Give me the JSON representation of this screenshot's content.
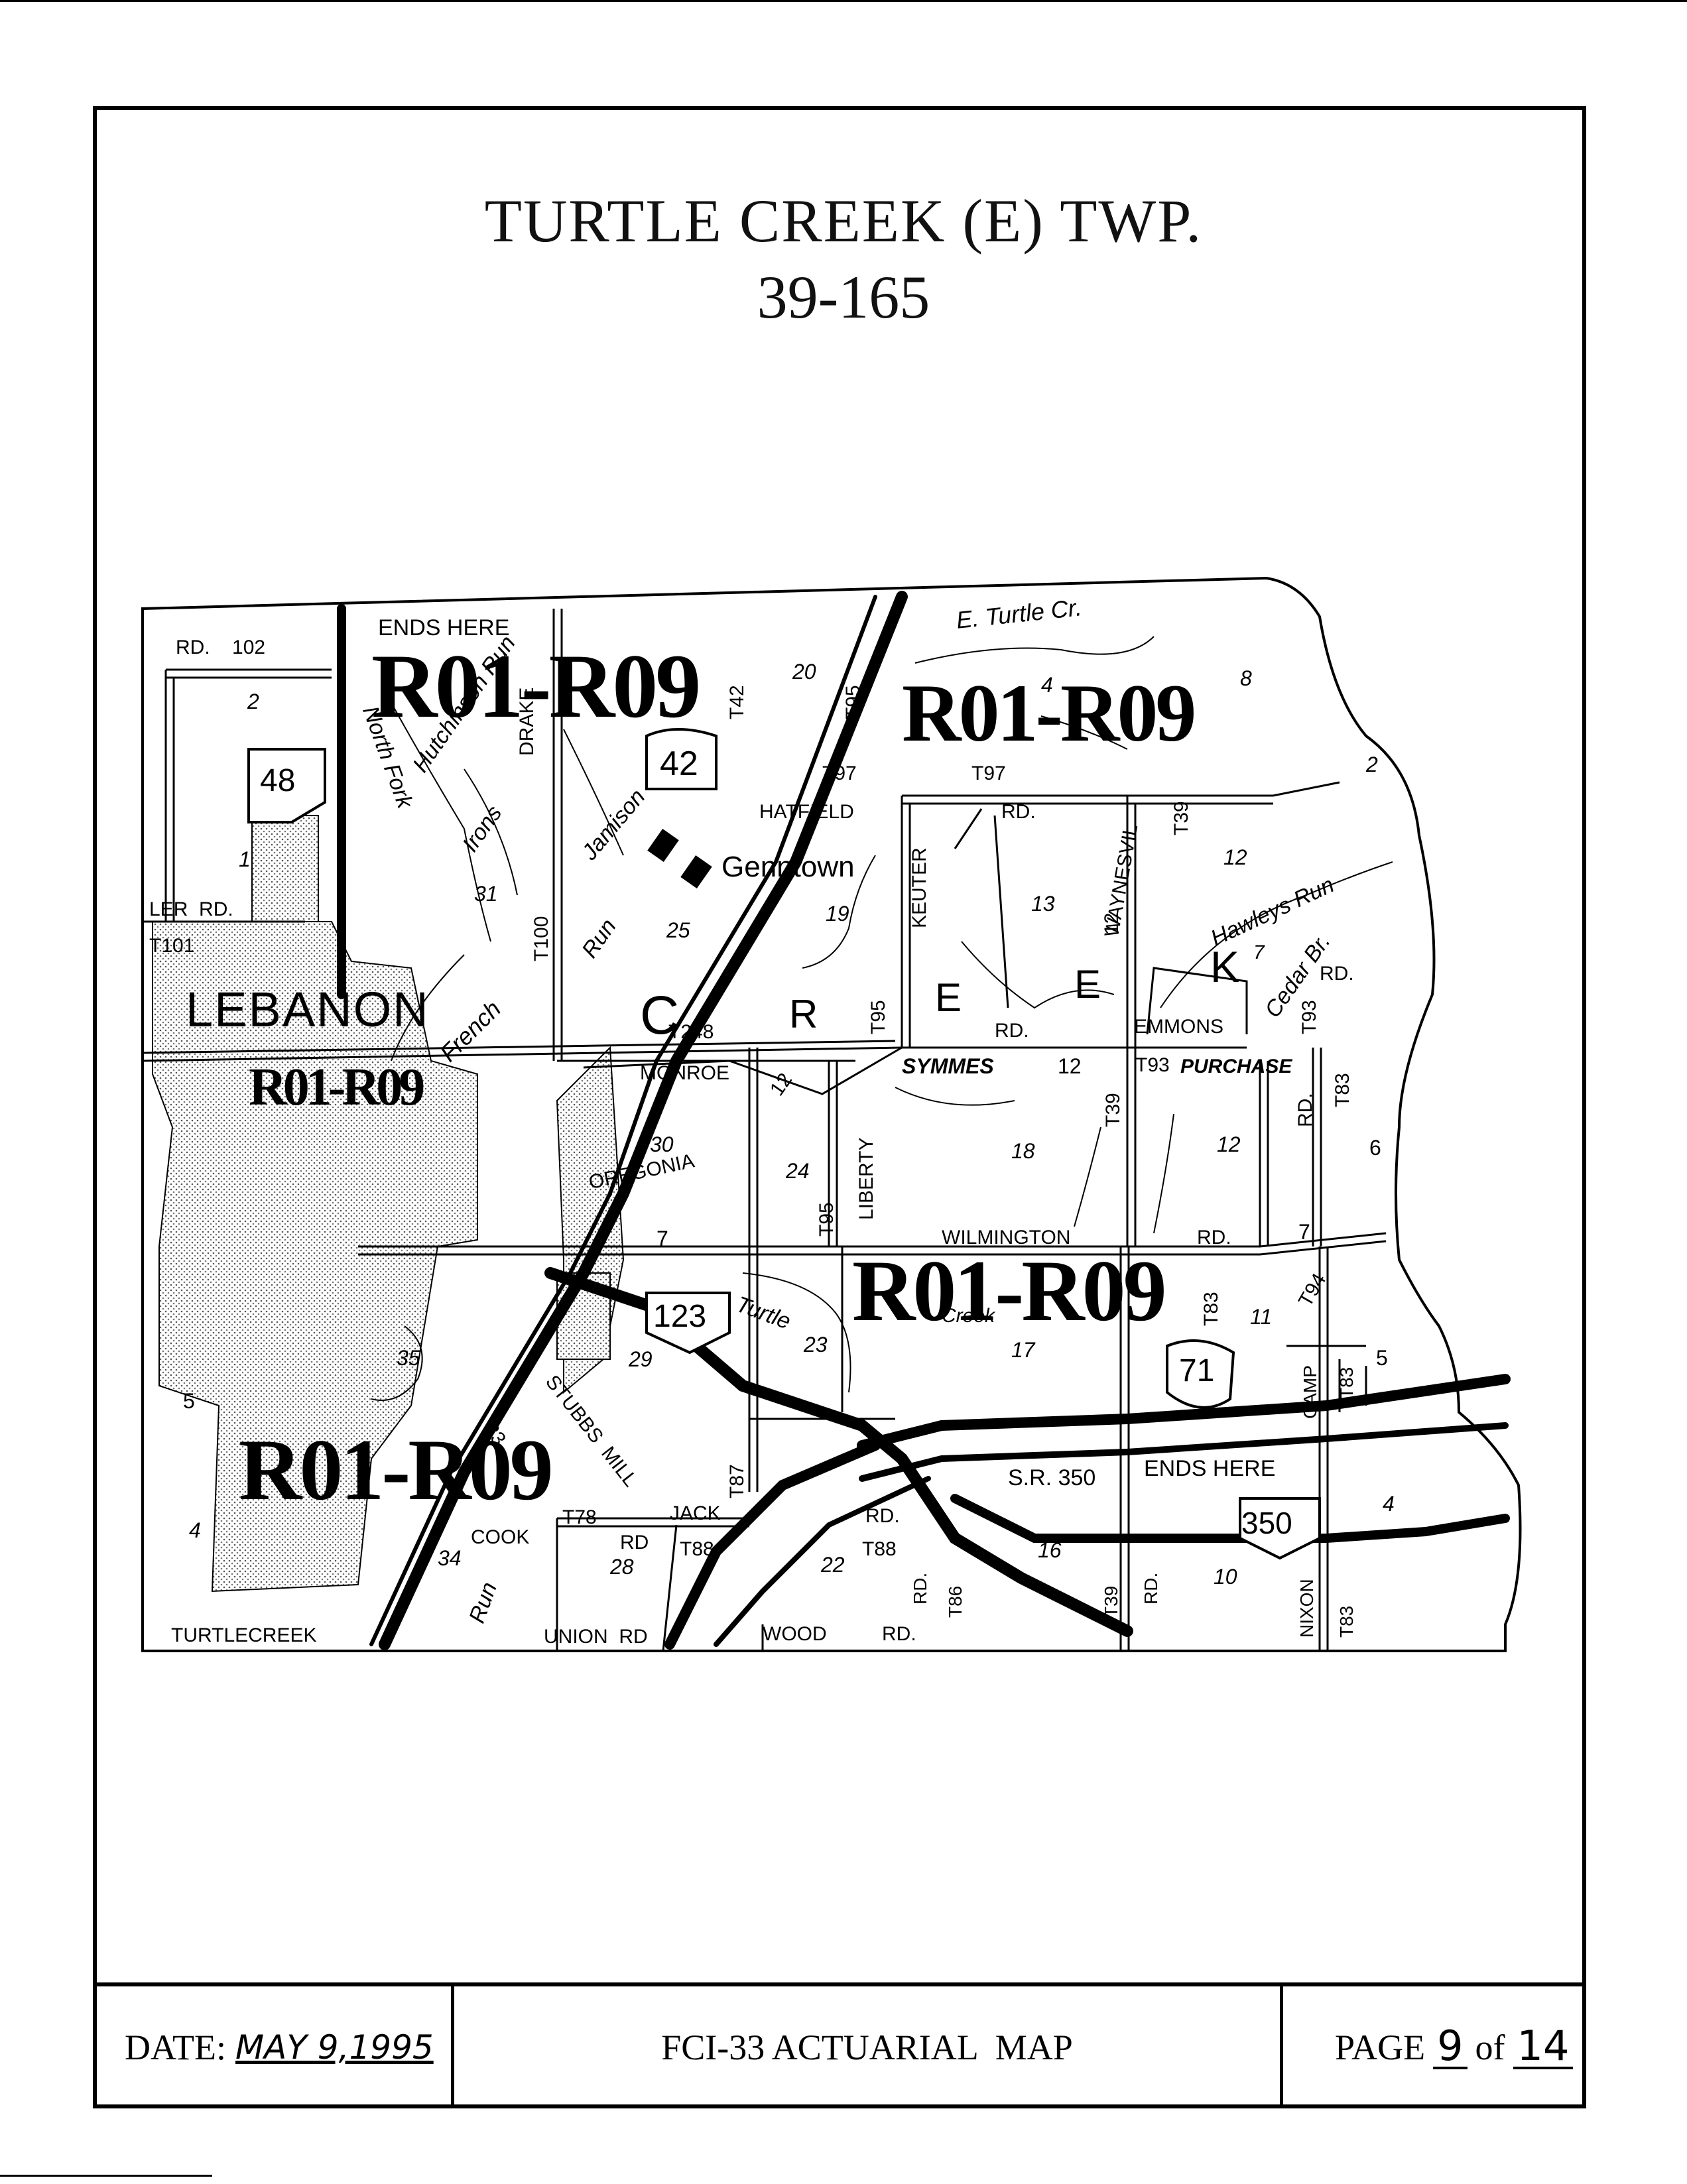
{
  "title": {
    "line1": "TURTLE  CREEK (E)  TWP.",
    "line2": "39-165"
  },
  "footer": {
    "date_label": "DATE:",
    "date_value": "MAY 9,1995",
    "map_name": "FCI-33 ACTUARIAL  MAP",
    "page_label": "PAGE",
    "page_current": "9",
    "page_of": "of",
    "page_total": "14"
  },
  "map": {
    "rating_zones": [
      "R01-R09",
      "R01-R09",
      "R01-R09",
      "R01-R09",
      "R01-R09"
    ],
    "towns": [
      "LEBANON",
      "Genntown"
    ],
    "township_letters": [
      "C",
      "R",
      "E",
      "E",
      "K"
    ],
    "roads": {
      "ends_here_1": "ENDS HERE",
      "ends_here_2": "ENDS HERE",
      "rd_102": "RD.    102",
      "ler_rd": "LER  RD.",
      "t101": "T101",
      "drake": "DRAKE",
      "t100": "T100",
      "t42": "T42",
      "t95_a": "T95",
      "t97_a": "T97",
      "t97_b": "T97",
      "hatfield": "HATFIELD",
      "rd_a": "RD.",
      "keuter": "KEUTER",
      "waynesvil": "WAYNESVIL",
      "t39_a": "T39",
      "t95_b": "T95",
      "t248": "T248",
      "rd_b": "RD.",
      "emmons": "EMMONS",
      "t93_a": "T93",
      "rd_c": "RD.",
      "monroe": "MONROE",
      "symmes": "SYMMES",
      "t39_b": "T39",
      "t93_purchase": "T93",
      "purchase": "PURCHASE",
      "rd_d": "RD.",
      "t83_a": "T83",
      "liberty": "LIBERTY",
      "oregonia": "OREGONIA",
      "t95_c": "T95",
      "wilmington": "WILMINGTON",
      "rd_e": "RD.",
      "t83_b": "T83",
      "t94": "T94",
      "camp": "CAMP",
      "t83_c": "T83",
      "stubbs_mill": "STUBBS  MILL",
      "t87": "T87",
      "sr350": "S.R. 350",
      "t78": "T78",
      "jack": "JACK",
      "rd_f": "RD.",
      "cook": "COOK",
      "rd_g": "RD",
      "t88_a": "T88",
      "t88_b": "T88",
      "rd_h": "RD.",
      "t86": "T86",
      "t39_c": "T39",
      "rd_i": "RD.",
      "nixon": "NIXON",
      "t83_d": "T83",
      "turtlecreek": "TURTLECREEK",
      "union_rd": "UNION  RD",
      "wood_rd": "WOOD          RD."
    },
    "route_shields": [
      "48",
      "42",
      "123",
      "71",
      "350"
    ],
    "streams": [
      "E. Turtle Cr.",
      "North Fork",
      "Hutchinson Run",
      "Irons",
      "Jamison",
      "Run",
      "French",
      "Hawleys Run",
      "Cedar Br.",
      "Turtle",
      "Creek",
      "Run"
    ],
    "section_numbers": [
      "2",
      "1",
      "20",
      "4",
      "8",
      "2",
      "31",
      "25",
      "19",
      "13",
      "12",
      "12",
      "7",
      "30",
      "24",
      "12",
      "18",
      "12",
      "6",
      "7",
      "7",
      "23",
      "29",
      "17",
      "11",
      "5",
      "35",
      "5",
      "33",
      "4",
      "34",
      "28",
      "22",
      "16",
      "10",
      "4",
      "12",
      "12"
    ]
  }
}
